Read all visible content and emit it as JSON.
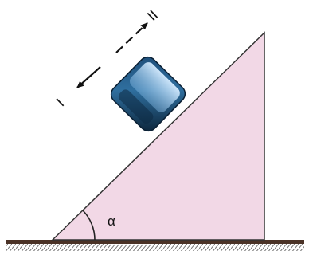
{
  "diagram": {
    "angle_label": "α",
    "direction_labels": {
      "down_slope": "I",
      "up_slope": "II"
    }
  },
  "colors": {
    "incline_fill": "#f2d8e6",
    "incline_stroke": "#333333",
    "ground_bar": "#4a3226",
    "ground_hatch": "#777777",
    "block_dark": "#0d2a44",
    "block_mid": "#2f6f9f",
    "block_light": "#8fc4ea",
    "arrow": "#111111"
  }
}
